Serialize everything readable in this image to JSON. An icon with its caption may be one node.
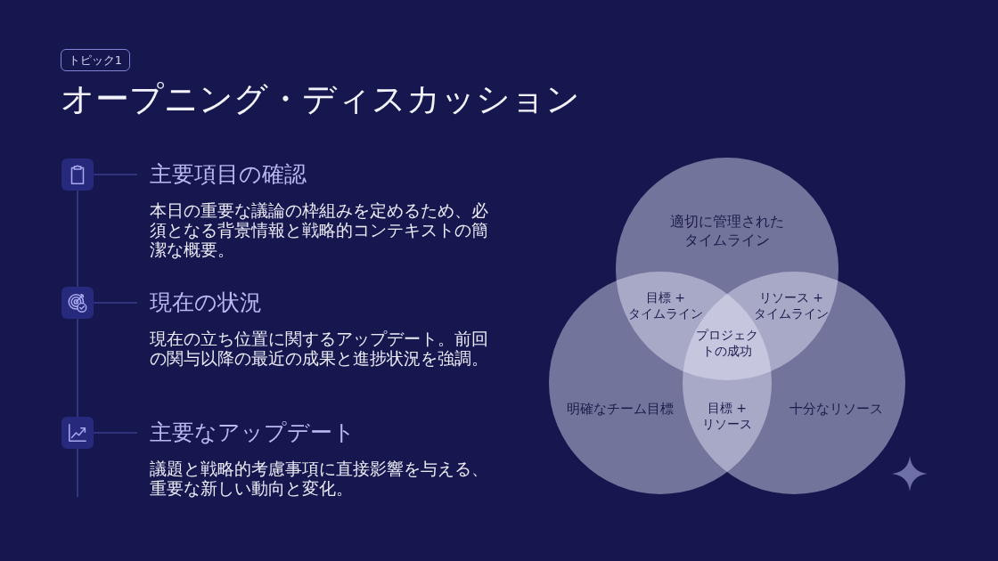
{
  "diagram": {
    "title": "オープニング・ディスカッション",
    "nodes": [
      {
        "text": [
          "トピック1"
        ]
      },
      {
        "text": [],
        "shape": "box"
      },
      {
        "text": [
          "主要項目の確認",
          "本日の重要な議論の枠組みを定めるため、必須となる背景情報と戦略的コンテキストの簡潔な概要。"
        ]
      },
      {
        "text": [],
        "shape": "box"
      },
      {
        "text": [
          "現在の状況",
          "現在の立ち位置に関するアップデート。前回の関与以降の最近の成果と進捗状況を強調。"
        ]
      },
      {
        "text": [],
        "shape": "box"
      },
      {
        "text": [
          "主要なアップデート",
          "議題と戦略的考慮事項に直接影響を与える、重要な新しい動向と変化。"
        ]
      },
      {
        "text": [
          "適切に管理されたタイムライン"
        ]
      },
      {
        "text": [
          "明確なチーム目標"
        ]
      },
      {
        "text": [
          "十分なリソース"
        ]
      }
    ],
    "edges": [
      {
        "from": 1,
        "to": 2,
        "arrow": "none"
      },
      {
        "from": 1,
        "to": 3,
        "arrow": "none"
      },
      {
        "from": 3,
        "to": 4,
        "arrow": "none"
      },
      {
        "from": 3,
        "to": 5,
        "arrow": "none"
      },
      {
        "from": 5,
        "to": 6,
        "arrow": "none"
      },
      {
        "from": 5,
        "to": null,
        "arrow": "none"
      }
    ],
    "labels": [
      "目標 + タイムライン",
      "リソース + タイムライン",
      "プロジェクトの成功",
      "目標 + リソース"
    ]
  }
}
